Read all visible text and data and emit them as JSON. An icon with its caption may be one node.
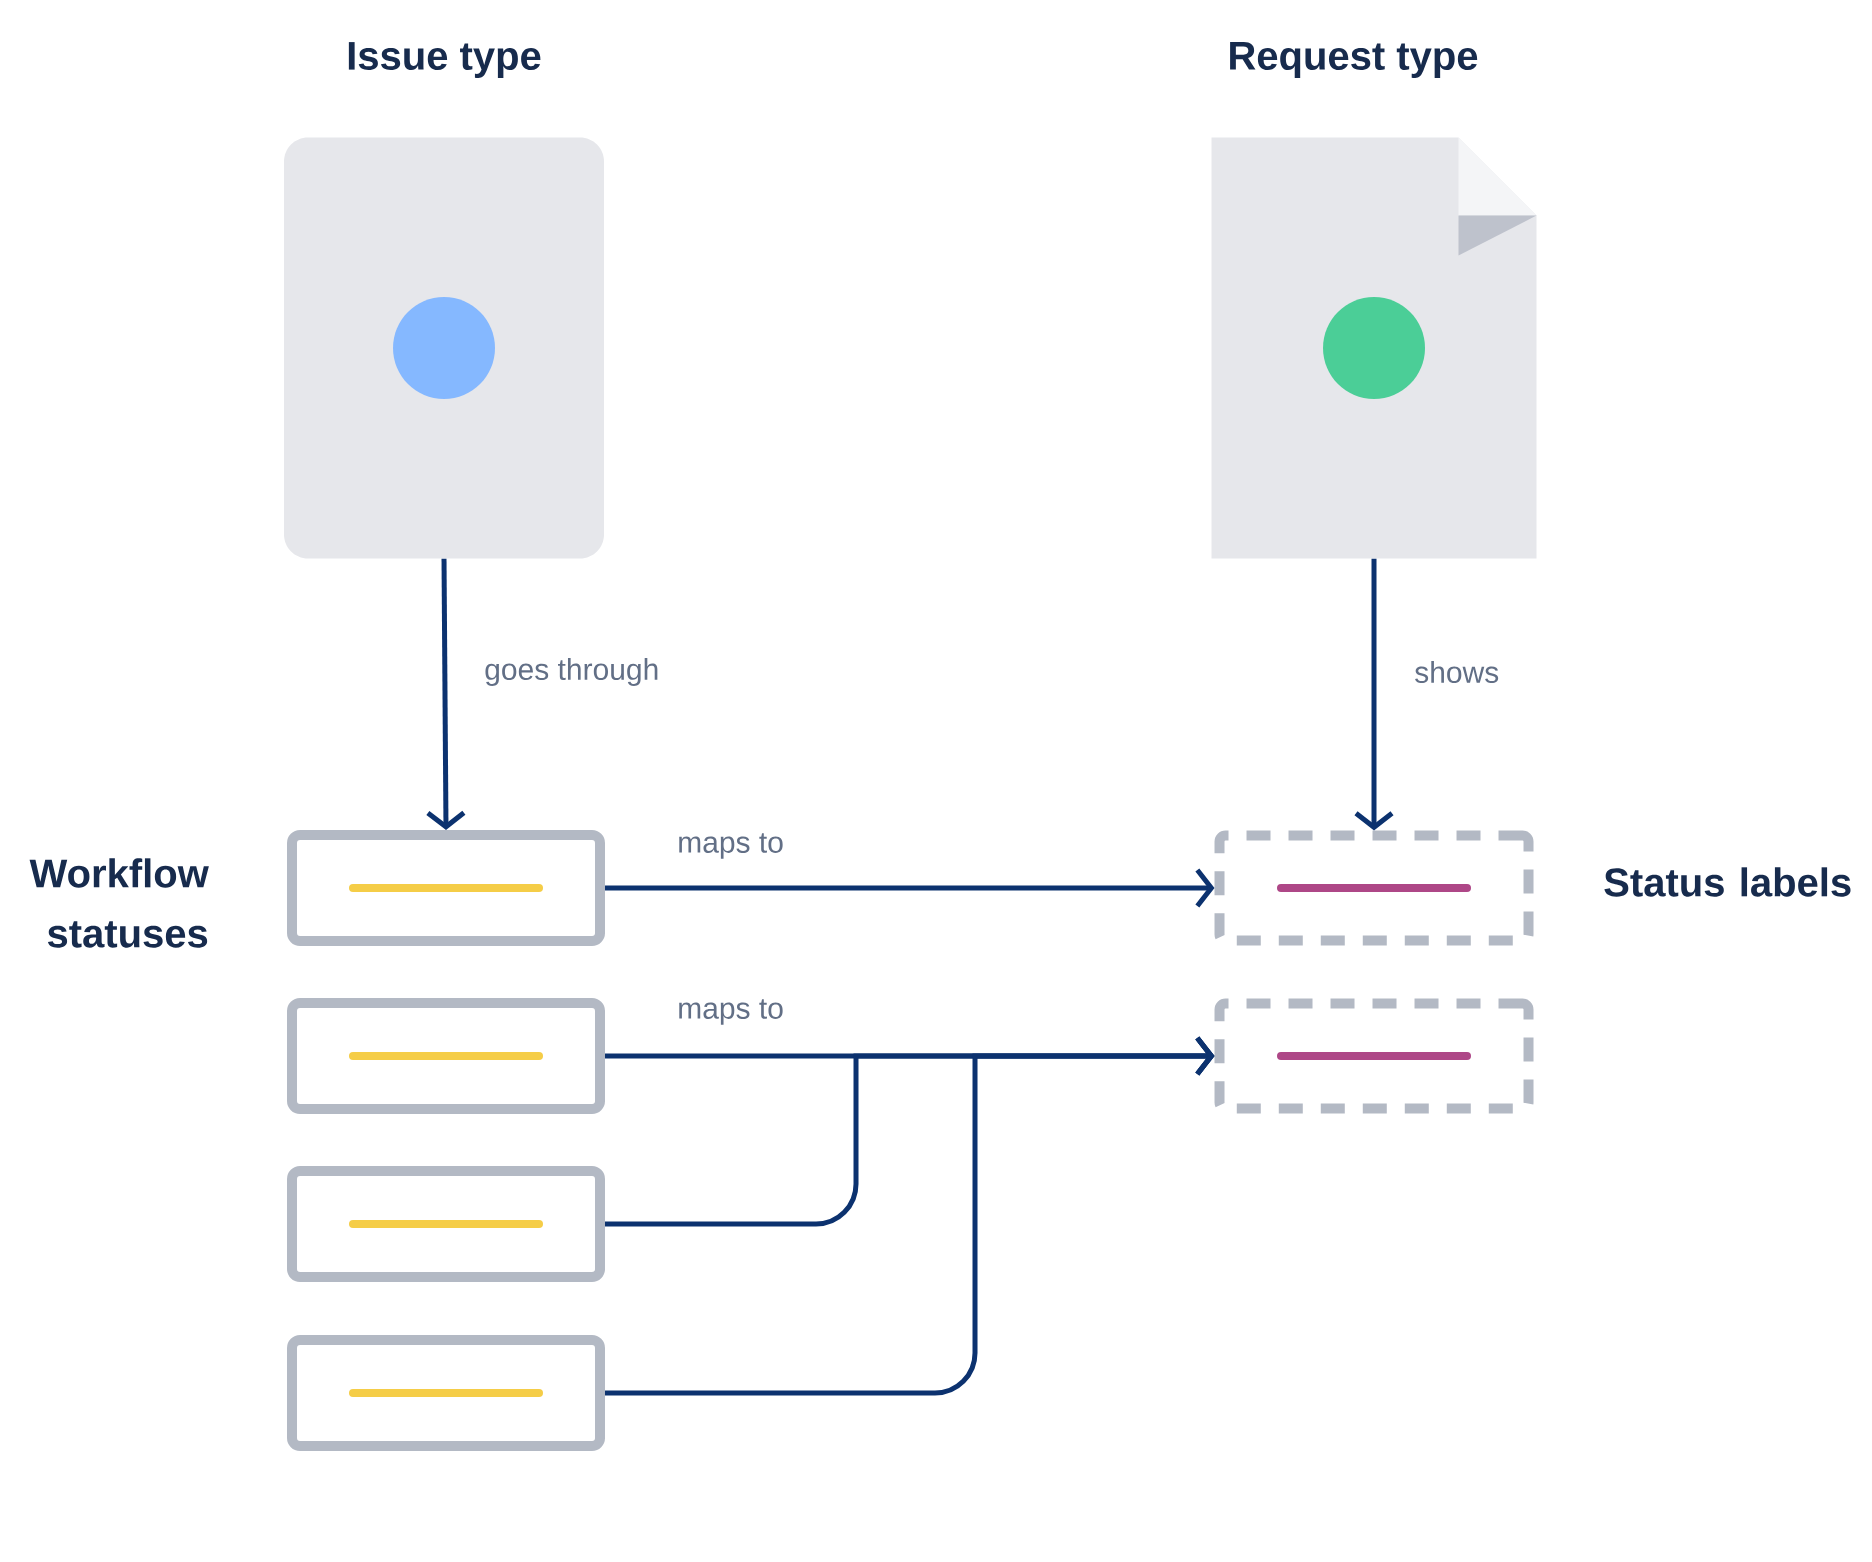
{
  "diagram": {
    "nodes": [
      {
        "text": [
          "Issue type"
        ]
      },
      {
        "text": [
          "Request type"
        ]
      },
      {
        "text": [],
        "shape": "box"
      },
      {
        "text": [],
        "shape": "box"
      },
      {
        "text": [],
        "shape": "box"
      },
      {
        "text": [],
        "shape": "box"
      },
      {
        "text": [],
        "shape": "box"
      },
      {
        "text": [],
        "shape": "box"
      }
    ],
    "edges": [
      {
        "from": 0,
        "to": 2,
        "arrow": "to",
        "label": "goes through"
      },
      {
        "from": 1,
        "to": 6,
        "arrow": "to",
        "label": "shows"
      },
      {
        "from": 2,
        "to": 6,
        "arrow": "to",
        "label": "maps to"
      },
      {
        "from": 3,
        "to": 7,
        "arrow": "to",
        "label": "maps to"
      },
      {
        "from": 4,
        "to": 7,
        "arrow": "to"
      },
      {
        "from": 5,
        "to": 7,
        "arrow": "to"
      }
    ],
    "labels": [
      "Workflow statuses",
      "Status labels"
    ]
  }
}
